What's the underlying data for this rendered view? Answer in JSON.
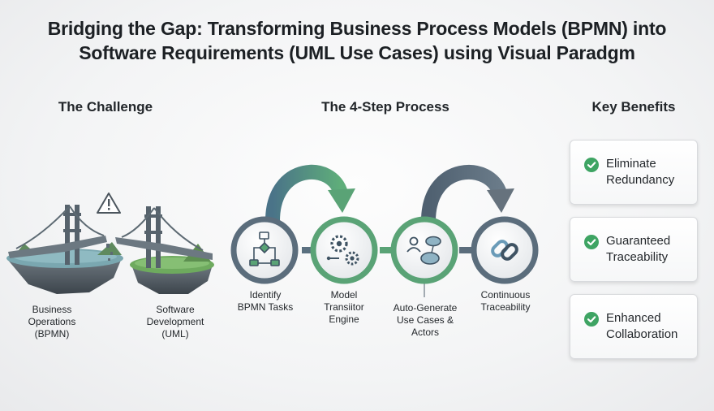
{
  "title": {
    "line1": "Bridging the Gap: Transforming Business Process Models (BPMN) into",
    "line2": "Software Requirements (UML Use Cases) using Visual Paradgm"
  },
  "sections": {
    "challenge": "The Challenge",
    "process": "The 4-Step Process",
    "benefits": "Key Benefits"
  },
  "challenge": {
    "left_caption": [
      "Business",
      "Operations",
      "(BPMN)"
    ],
    "right_caption": [
      "Software",
      "Development",
      "(UML)"
    ],
    "warning_icon": "warning-triangle-icon"
  },
  "steps": [
    {
      "label": [
        "Identify",
        "BPMN Tasks"
      ],
      "icon": "flowchart-icon",
      "ring": "#5b6d7c"
    },
    {
      "label": [
        "Model",
        "Transiitor",
        "Engine"
      ],
      "icon": "gears-icon",
      "ring": "#5aa376"
    },
    {
      "label": [
        "Auto-Generate",
        "Use Cases &",
        "Actors"
      ],
      "icon": "use-case-icon",
      "ring": "#5aa376"
    },
    {
      "label": [
        "Continuous",
        "Traceability"
      ],
      "icon": "chain-link-icon",
      "ring": "#5b6d7c"
    }
  ],
  "benefits": [
    {
      "line1": "Eliminate",
      "line2": "Redundancy",
      "icon": "check-circle-icon"
    },
    {
      "line1": "Guaranteed",
      "line2": "Traceability",
      "icon": "check-circle-icon"
    },
    {
      "line1": "Enhanced",
      "line2": "Collaboration",
      "icon": "check-circle-icon"
    }
  ],
  "colors": {
    "slate": "#5b6d7c",
    "green": "#5aa376",
    "check": "#3ea463"
  }
}
